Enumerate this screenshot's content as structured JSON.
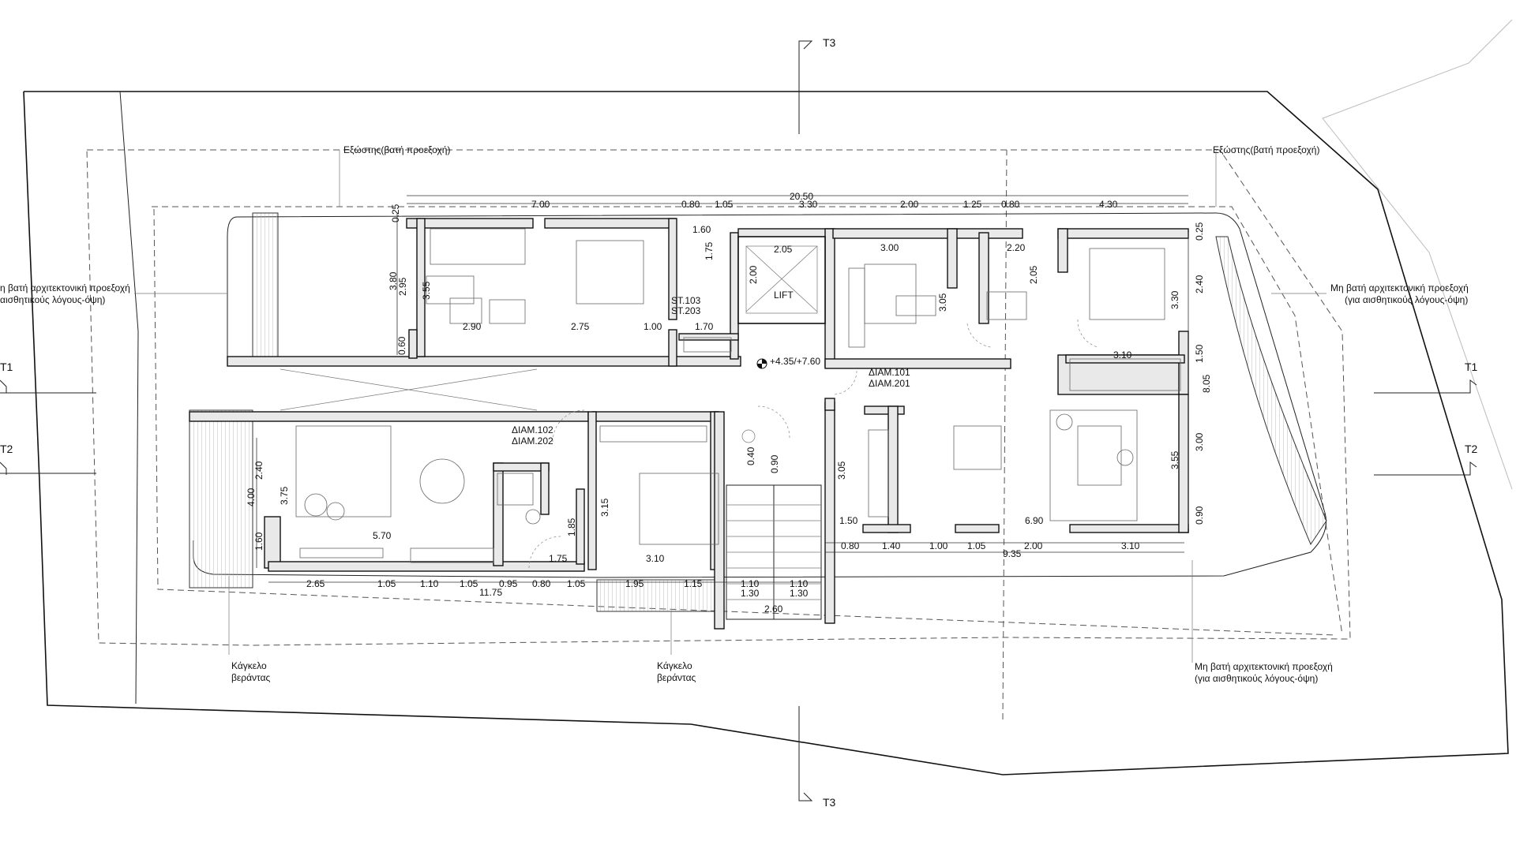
{
  "sections": {
    "t3_top": "T3",
    "t3_bottom": "T3",
    "t1_left": "T1",
    "t1_right": "T1",
    "t2_left": "T2",
    "t2_right": "T2"
  },
  "annotations": {
    "eaves_left": "Εξώστης(βατή προεξοχή)",
    "eaves_right": "Εξώστης(βατή προεξοχή)",
    "proj_left_1": "η βατή αρχιτεκτονική προεξοχή",
    "proj_left_2": "αισθητικούς λόγους-όψη)",
    "proj_right_1": "Μη βατή αρχιτεκτονική προεξοχή",
    "proj_right_2": "(για αισθητικούς λόγους-όψη)",
    "proj_bottom_1": "Μη βατή αρχιτεκτονική προεξοχή",
    "proj_bottom_2": "(για αισθητικούς λόγους-όψη)",
    "rail1_1": "Κάγκελο",
    "rail1_2": "βεράντας",
    "rail2_1": "Κάγκελο",
    "rail2_2": "βεράντας"
  },
  "rooms": {
    "st_1": "ST.103",
    "st_2": "ST.203",
    "lift": "LIFT",
    "level": "+4.35/+7.60",
    "d101_1": "ΔΙΑΜ.101",
    "d101_2": "ΔΙΑΜ.201",
    "d102_1": "ΔΙΑΜ.102",
    "d102_2": "ΔΙΑΜ.202"
  },
  "dimensions": {
    "top_overall": "20.50",
    "top_row": [
      "7.00",
      "0.80",
      "1.05",
      "3.30",
      "2.00",
      "1.25",
      "0.80",
      "4.30"
    ],
    "a_290": "2.90",
    "a_275": "2.75",
    "a_100": "1.00",
    "a_170": "1.70",
    "a_160": "1.60",
    "a_175": "1.75",
    "a_205a": "2.05",
    "a_200": "2.00",
    "a_300": "3.00",
    "a_220": "2.20",
    "a_305": "3.05",
    "a_205b": "2.05",
    "a_310": "3.10",
    "a_025": "0.25",
    "a_380": "3.80",
    "a_295": "2.95",
    "a_355": "3.55",
    "a_060": "0.60",
    "a_025r": "0.25",
    "a_240r": "2.40",
    "a_330": "3.30",
    "a_150r": "1.50",
    "a_805": "8.05",
    "a_300r": "3.00",
    "a_355r": "3.55",
    "a_090r": "0.90",
    "b_240": "2.40",
    "b_400": "4.00",
    "b_375": "3.75",
    "b_160": "1.60",
    "b_570": "5.70",
    "b_185": "1.85",
    "b_175": "1.75",
    "b_315": "3.15",
    "b_310": "3.10",
    "b_040": "0.40",
    "b_090": "0.90",
    "b_305": "3.05",
    "b_150": "1.50",
    "b_690": "6.90",
    "bottom_row": [
      "2.65",
      "1.05",
      "1.10",
      "1.05",
      "0.95",
      "0.80",
      "1.05",
      "1.95",
      "1.15",
      "1.10",
      "1.10"
    ],
    "bottom_overall": "11.75",
    "b_130a": "1.30",
    "b_130b": "1.30",
    "b_260": "2.60",
    "right_row": [
      "0.80",
      "1.40",
      "1.00",
      "1.05",
      "2.00",
      "3.10"
    ],
    "right_overall": "9.35"
  }
}
